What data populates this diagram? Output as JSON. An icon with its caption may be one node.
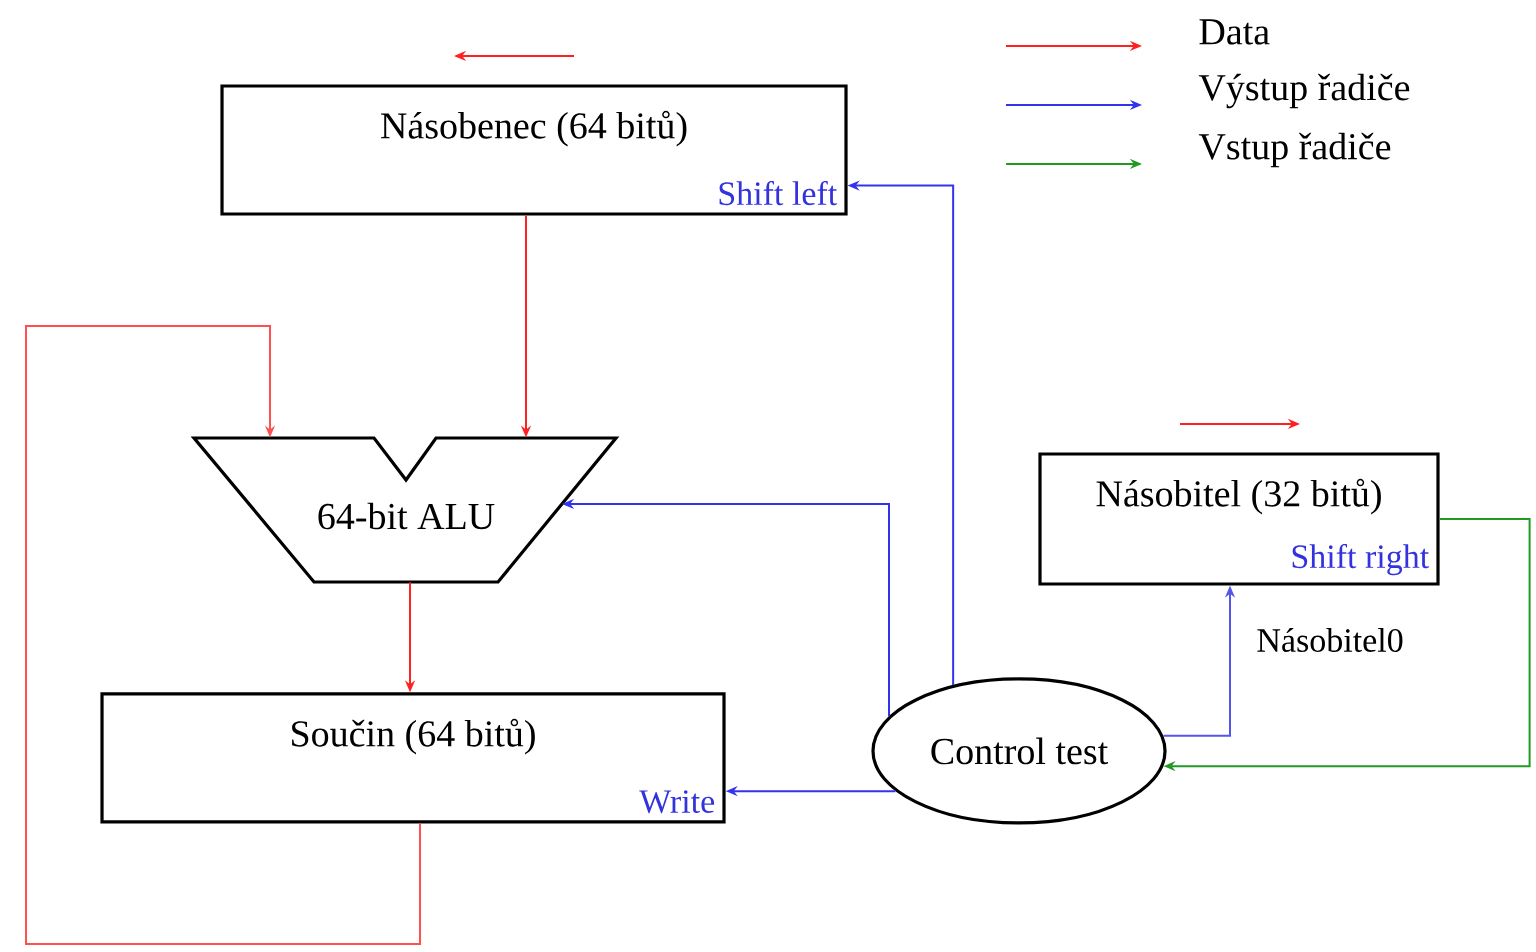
{
  "diagram": {
    "nodes": [
      {
        "text": [
          "Násobenec (64 bitů)",
          "Shift left"
        ]
      },
      {
        "text": [
          "64-bit ALU"
        ]
      },
      {
        "text": [
          "Součin (64 bitů)",
          "Write"
        ]
      },
      {
        "text": [
          "Násobitel (32 bitů)",
          "Shift right"
        ]
      },
      {
        "text": [
          "Control test"
        ]
      }
    ],
    "edges": [
      {
        "from": 0,
        "to": 1,
        "arrow": "to",
        "color": "#ff2020"
      },
      {
        "from": 2,
        "to": 1,
        "arrow": "to",
        "color": "#ff5050"
      },
      {
        "from": 1,
        "to": 2,
        "arrow": "to",
        "color": "#ff2020"
      },
      {
        "from": 4,
        "to": 0,
        "arrow": "to",
        "color": "#3333ee"
      },
      {
        "from": 4,
        "to": 1,
        "arrow": "to",
        "color": "#3333ee"
      },
      {
        "from": 4,
        "to": 2,
        "arrow": "to",
        "color": "#3333ee"
      },
      {
        "from": 4,
        "to": 3,
        "arrow": "to",
        "color": "#5555ee"
      },
      {
        "from": 3,
        "to": 4,
        "arrow": "to",
        "color": "#229922"
      }
    ],
    "labels": [
      "Násobitel0"
    ],
    "legend": [
      {
        "text": "Data",
        "color": "#ff2020"
      },
      {
        "text": "Výstup řadiče",
        "color": "#3333ee"
      },
      {
        "text": "Vstup řadiče",
        "color": "#229922"
      }
    ]
  }
}
